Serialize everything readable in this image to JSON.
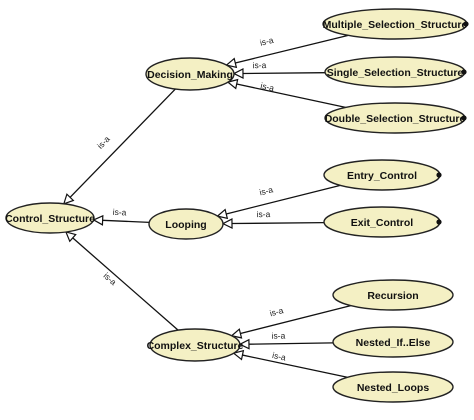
{
  "nodes": [
    {
      "id": "control_structure",
      "label": "Control_Structure"
    },
    {
      "id": "decision_making",
      "label": "Decision_Making"
    },
    {
      "id": "looping",
      "label": "Looping"
    },
    {
      "id": "complex_structure",
      "label": "Complex_Structure"
    },
    {
      "id": "multiple_selection",
      "label": "Multiple_Selection_Structure"
    },
    {
      "id": "single_selection",
      "label": "Single_Selection_Structure"
    },
    {
      "id": "double_selection",
      "label": "Double_Selection_Structure"
    },
    {
      "id": "entry_control",
      "label": "Entry_Control"
    },
    {
      "id": "exit_control",
      "label": "Exit_Control"
    },
    {
      "id": "recursion",
      "label": "Recursion"
    },
    {
      "id": "nested_if_else",
      "label": "Nested_If..Else"
    },
    {
      "id": "nested_loops",
      "label": "Nested_Loops"
    }
  ],
  "edges": [
    {
      "from": "decision_making",
      "to": "control_structure",
      "label": "is-a"
    },
    {
      "from": "looping",
      "to": "control_structure",
      "label": "is-a"
    },
    {
      "from": "complex_structure",
      "to": "control_structure",
      "label": "is-a"
    },
    {
      "from": "multiple_selection",
      "to": "decision_making",
      "label": "is-a"
    },
    {
      "from": "single_selection",
      "to": "decision_making",
      "label": "is-a"
    },
    {
      "from": "double_selection",
      "to": "decision_making",
      "label": "is-a"
    },
    {
      "from": "entry_control",
      "to": "looping",
      "label": "is-a"
    },
    {
      "from": "exit_control",
      "to": "looping",
      "label": "is-a"
    },
    {
      "from": "recursion",
      "to": "complex_structure",
      "label": "is-a"
    },
    {
      "from": "nested_if_else",
      "to": "complex_structure",
      "label": "is-a"
    },
    {
      "from": "nested_loops",
      "to": "complex_structure",
      "label": "is-a"
    }
  ]
}
